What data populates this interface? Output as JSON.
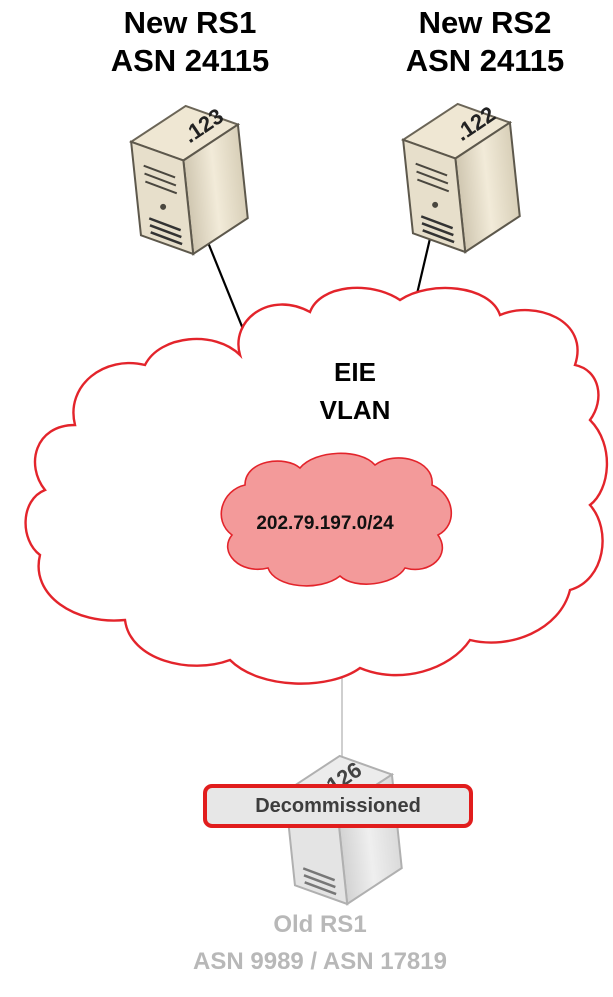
{
  "servers": {
    "new_rs1": {
      "name": "New RS1",
      "asn": "ASN 24115",
      "address": ".123"
    },
    "new_rs2": {
      "name": "New RS2",
      "asn": "ASN 24115",
      "address": ".122"
    },
    "old_rs1": {
      "name": "Old RS1",
      "asn": "ASN 9989 / ASN 17819",
      "address": ".126",
      "status": "Decommissioned"
    }
  },
  "network": {
    "vlan_line1": "EIE",
    "vlan_line2": "VLAN",
    "subnet": "202.79.197.0/24"
  },
  "colors": {
    "cloud_outline": "#e3242b",
    "subnet_cloud_fill": "#f39a9a",
    "badge_border": "#e11d1d",
    "server_tan": "#e6dcc6",
    "decommissioned_gray": "#b8b8b8"
  }
}
